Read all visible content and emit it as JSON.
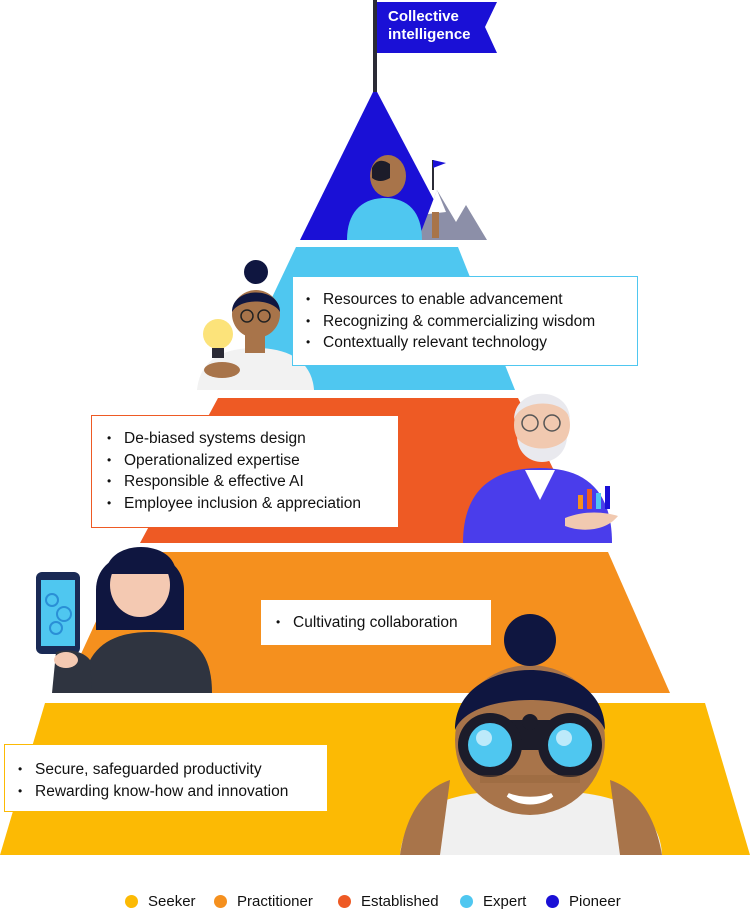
{
  "flag": {
    "line1": "Collective",
    "line2": "intelligence"
  },
  "levels": {
    "expert": {
      "items": [
        "Resources to enable advancement",
        "Recognizing & commercializing wisdom",
        "Contextually relevant technology"
      ]
    },
    "established": {
      "items": [
        "De-biased systems design",
        "Operationalized expertise",
        "Responsible & effective AI",
        "Employee inclusion & appreciation"
      ]
    },
    "practitioner": {
      "items": [
        "Cultivating collaboration"
      ]
    },
    "seeker": {
      "items": [
        "Secure, safeguarded productivity",
        "Rewarding know-how and innovation"
      ]
    }
  },
  "legend": [
    {
      "label": "Seeker",
      "color": "#FCBA04"
    },
    {
      "label": "Practitioner",
      "color": "#F5901E"
    },
    {
      "label": "Established",
      "color": "#EE5A24"
    },
    {
      "label": "Expert",
      "color": "#4FC7F0"
    },
    {
      "label": "Pioneer",
      "color": "#1A10D6"
    }
  ],
  "colors": {
    "seeker": "#FCBA04",
    "practitioner": "#F5901E",
    "established": "#EE5A24",
    "expert": "#4FC7F0",
    "pioneer": "#1A10D6"
  }
}
